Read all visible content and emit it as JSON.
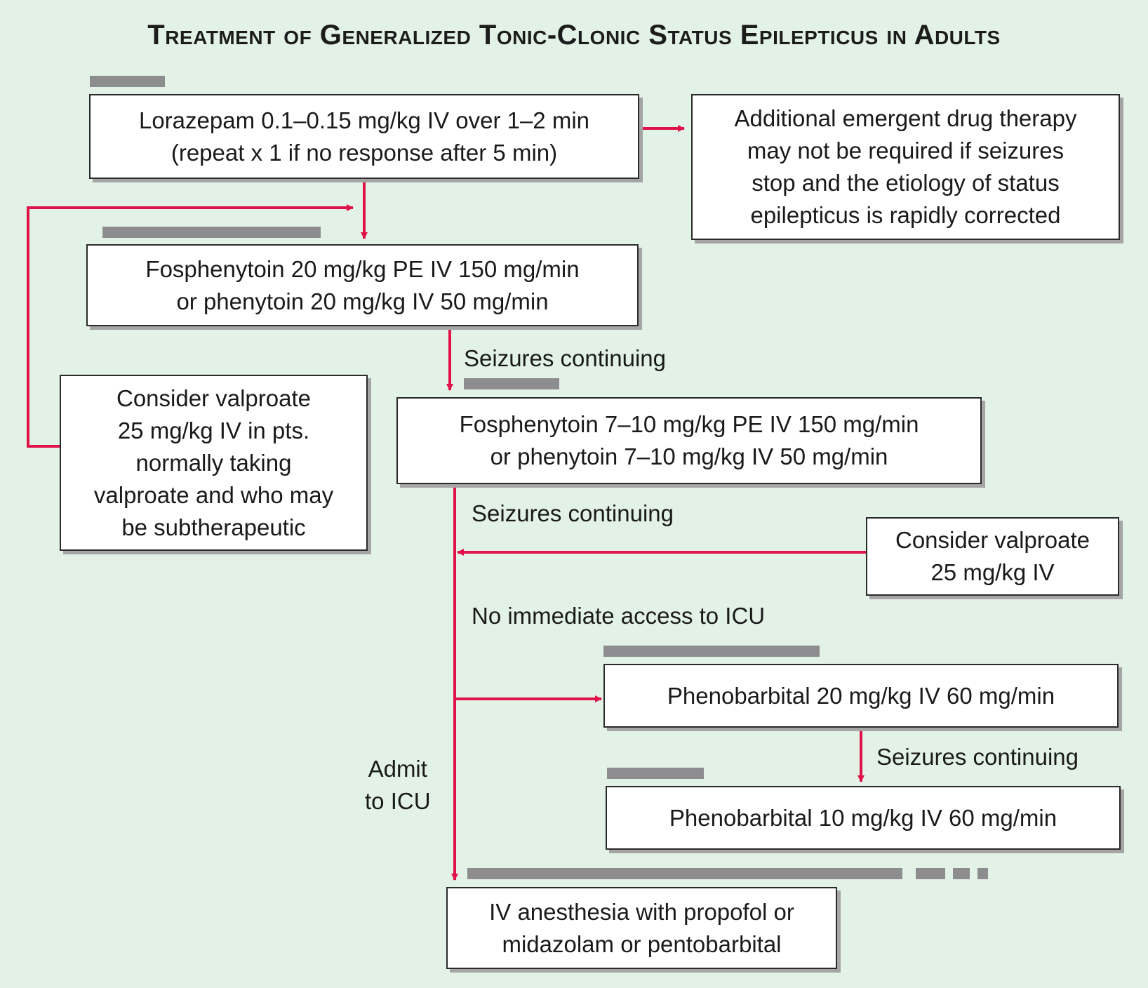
{
  "title": "Treatment of Generalized Tonic-Clonic Status Epilepticus in Adults",
  "boxes": {
    "lorazepam": [
      "Lorazepam 0.1–0.15 mg/kg IV over 1–2 min",
      "(repeat x 1 if no response after 5 min)"
    ],
    "additional": [
      "Additional emergent drug therapy",
      "may not be required if seizures",
      "stop and the etiology of status",
      "epilepticus is rapidly corrected"
    ],
    "fosphenytoin1": [
      "Fosphenytoin 20 mg/kg PE IV 150 mg/min",
      "or phenytoin 20 mg/kg IV 50 mg/min"
    ],
    "valproate_left": [
      "Consider valproate",
      "25 mg/kg IV in pts.",
      "normally taking",
      "valproate and who may",
      "be subtherapeutic"
    ],
    "fosphenytoin2": [
      "Fosphenytoin 7–10 mg/kg PE IV 150 mg/min",
      "or phenytoin 7–10 mg/kg IV 50 mg/min"
    ],
    "valproate_right": [
      "Consider valproate",
      "25 mg/kg IV"
    ],
    "phenobarbital1": [
      "Phenobarbital 20 mg/kg IV 60 mg/min"
    ],
    "phenobarbital2": [
      "Phenobarbital 10 mg/kg IV 60 mg/min"
    ],
    "anesthesia": [
      "IV anesthesia with propofol or",
      "midazolam or pentobarbital"
    ]
  },
  "labels": {
    "seizures_1": "Seizures continuing",
    "seizures_2": "Seizures continuing",
    "no_icu": "No immediate access to ICU",
    "seizures_3": "Seizures continuing",
    "admit": [
      "Admit",
      "to ICU"
    ]
  },
  "colors": {
    "background": "#e3f2e7",
    "arrow": "#e0124a",
    "bar": "#8d8d8f"
  }
}
